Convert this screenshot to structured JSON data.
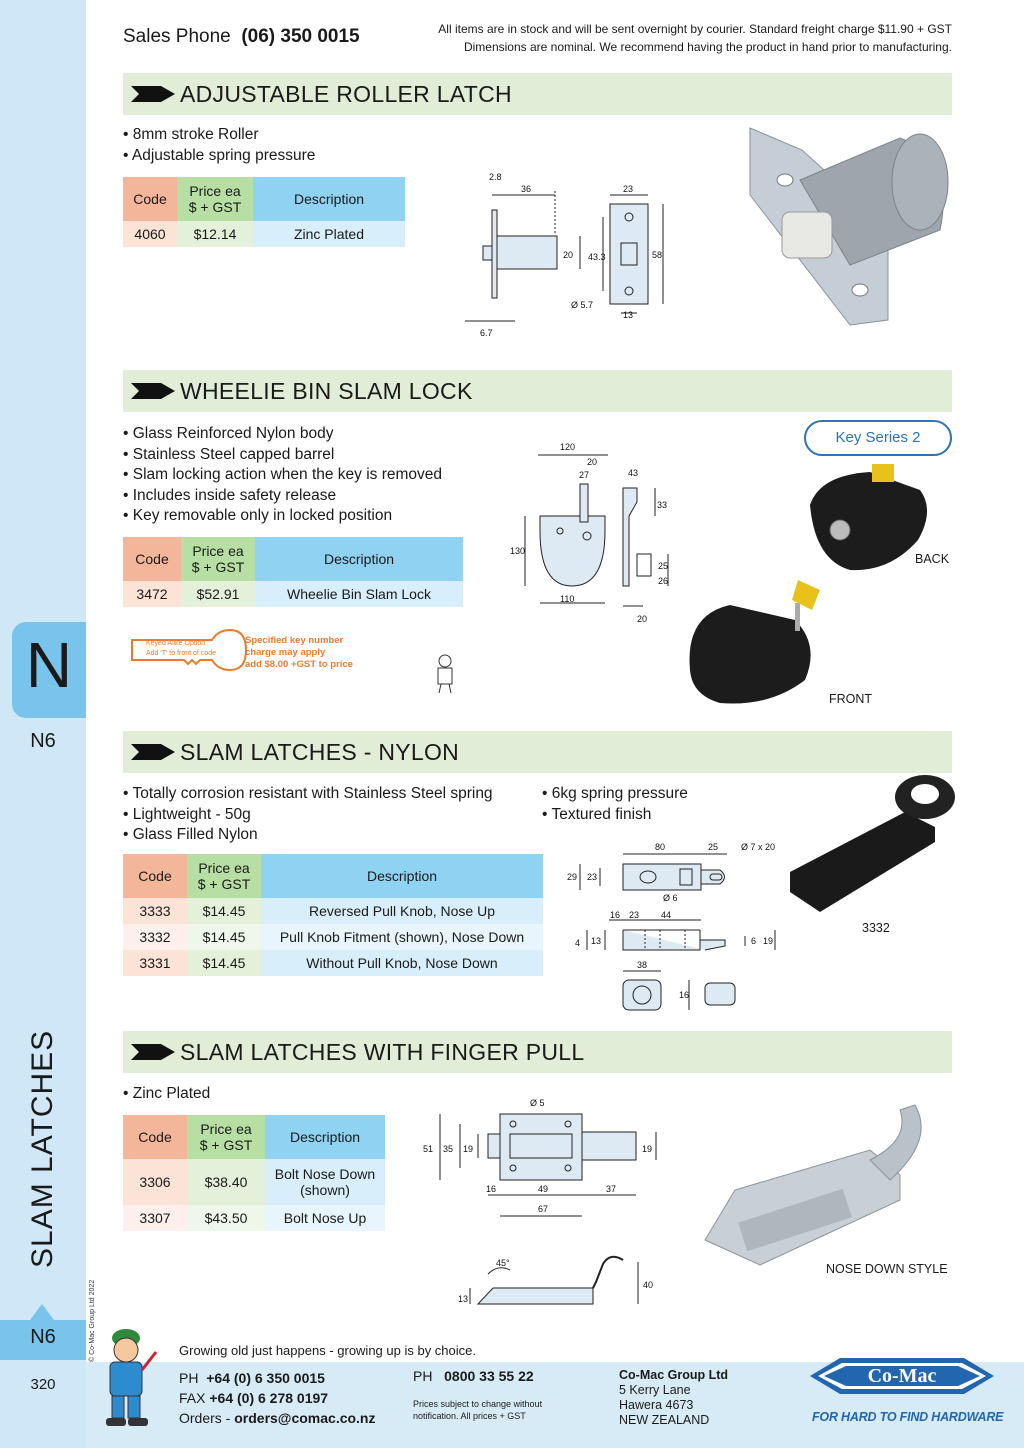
{
  "header": {
    "sales_phone_label": "Sales Phone",
    "sales_phone_number": "(06) 350 0015",
    "note_line1": "All items are in stock and will be sent overnight by courier. Standard freight charge $11.90 + GST",
    "note_line2": "Dimensions are nominal. We recommend having the product in hand prior to manufacturing."
  },
  "sidebar": {
    "section_letter": "N",
    "section_code": "N6",
    "vertical_title": "SLAM LATCHES",
    "copyright": "© Co-Mac Group Ltd 2022",
    "bottom_code": "N6",
    "page_number": "320"
  },
  "table_headers": {
    "code": "Code",
    "price_line1": "Price ea",
    "price_line2": "$ + GST",
    "description": "Description"
  },
  "sections": {
    "roller": {
      "title": "ADJUSTABLE ROLLER LATCH",
      "bullets": [
        "8mm stroke Roller",
        "Adjustable spring pressure"
      ],
      "rows": [
        {
          "code": "4060",
          "price": "$12.14",
          "desc": "Zinc Plated"
        }
      ],
      "dims": {
        "d1": "2.8",
        "d2": "36",
        "d3": "23",
        "d4": "20",
        "d5": "43.3",
        "d6": "58",
        "d7": "Ø 5.7",
        "d8": "13",
        "d9": "6.7"
      }
    },
    "wheelie": {
      "title": "WHEELIE BIN SLAM LOCK",
      "bullets": [
        "Glass Reinforced Nylon body",
        "Stainless Steel capped barrel",
        "Slam locking action when the key is removed",
        "Includes inside safety release",
        "Key removable only in locked position"
      ],
      "rows": [
        {
          "code": "3472",
          "price": "$52.91",
          "desc": "Wheelie Bin Slam Lock"
        }
      ],
      "key_series": "Key Series 2",
      "key_option_line1": "Keyed Alike Option",
      "key_option_line2": "Add 'T' to front of code",
      "key_note_line1": "Specified key number",
      "key_note_line2": "charge may apply",
      "key_note_line3": "add $8.00 +GST to price",
      "label_back": "BACK",
      "label_front": "FRONT",
      "dims": {
        "d1": "120",
        "d2": "20",
        "d3": "27",
        "d4": "43",
        "d5": "33",
        "d6": "130",
        "d7": "25",
        "d8": "26",
        "d9": "110",
        "d10": "20"
      }
    },
    "nylon": {
      "title": "SLAM LATCHES - NYLON",
      "bullets_left": [
        "Totally corrosion resistant with Stainless Steel spring",
        "Lightweight - 50g",
        "Glass Filled Nylon"
      ],
      "bullets_right": [
        "6kg spring pressure",
        "Textured finish"
      ],
      "rows": [
        {
          "code": "3333",
          "price": "$14.45",
          "desc": "Reversed Pull Knob, Nose Up"
        },
        {
          "code": "3332",
          "price": "$14.45",
          "desc": "Pull Knob Fitment (shown), Nose Down"
        },
        {
          "code": "3331",
          "price": "$14.45",
          "desc": "Without Pull Knob, Nose Down"
        }
      ],
      "photo_label": "3332",
      "dims": {
        "d1": "80",
        "d2": "25",
        "d3": "Ø 7 x 20",
        "d4": "29",
        "d5": "23",
        "d6": "Ø 6",
        "d7": "16",
        "d8": "23",
        "d9": "44",
        "d10": "4",
        "d11": "13",
        "d12": "6",
        "d13": "19",
        "d14": "38",
        "d15": "16"
      }
    },
    "finger": {
      "title": "SLAM LATCHES WITH FINGER PULL",
      "bullets": [
        "Zinc Plated"
      ],
      "rows": [
        {
          "code": "3306",
          "price": "$38.40",
          "desc_line1": "Bolt Nose Down",
          "desc_line2": "(shown)"
        },
        {
          "code": "3307",
          "price": "$43.50",
          "desc_line1": "Bolt Nose Up",
          "desc_line2": ""
        }
      ],
      "photo_label": "NOSE DOWN STYLE",
      "dims": {
        "d1": "Ø 5",
        "d2": "51",
        "d3": "35",
        "d4": "19",
        "d5": "19",
        "d6": "16",
        "d7": "49",
        "d8": "37",
        "d9": "67",
        "d10": "45°",
        "d11": "13",
        "d12": "40"
      }
    }
  },
  "footer": {
    "quote": "Growing old just happens - growing up is by choice.",
    "ph_label": "PH",
    "ph_value": "+64 (0) 6 350 0015",
    "fax_label": "FAX",
    "fax_value": "+64 (0) 6 278 0197",
    "orders_label": "Orders -",
    "orders_value": "orders@comac.co.nz",
    "ph2_label": "PH",
    "ph2_value": "0800 33 55 22",
    "price_note_line1": "Prices subject to change without",
    "price_note_line2": "notification. All prices + GST",
    "company": "Co-Mac Group Ltd",
    "addr1": "5 Kerry Lane",
    "addr2": "Hawera 4673",
    "addr3": "NEW ZEALAND",
    "logo_text": "Co-Mac",
    "tagline": "FOR HARD TO FIND HARDWARE"
  },
  "colors": {
    "sidebar": "#cfe7f7",
    "tab": "#79c4ec",
    "banner": "#e1edd7",
    "code_header": "#f4b69b",
    "price_header": "#b7dfa3",
    "desc_header": "#8fd2f2",
    "brand_blue": "#2266b0"
  }
}
